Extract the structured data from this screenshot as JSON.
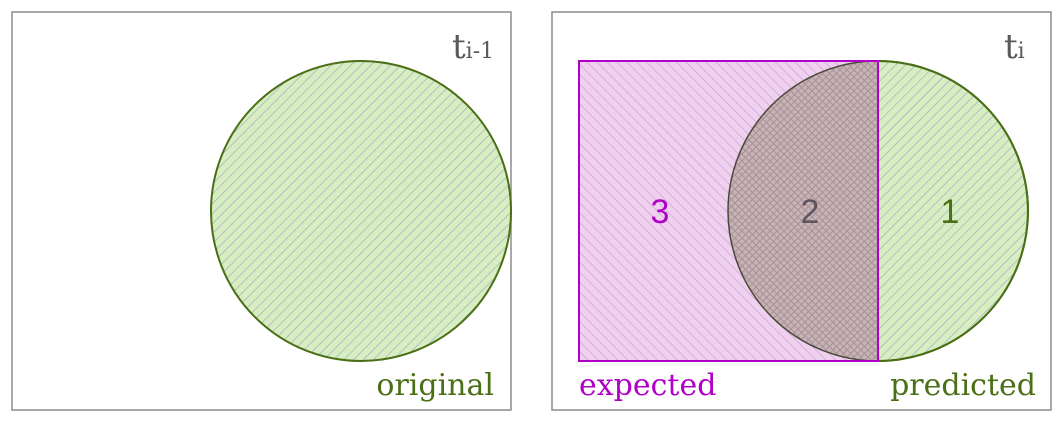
{
  "panels": {
    "left": {
      "time_label": "t",
      "time_subscript": "i-1",
      "caption": "original"
    },
    "right": {
      "time_label": "t",
      "time_subscript": "i",
      "caption_expected": "expected",
      "caption_predicted": "predicted",
      "regions": [
        "3",
        "2",
        "1"
      ]
    }
  },
  "colors": {
    "frame": "#8c8c8c",
    "original": "#4a6f16",
    "original_fill": "#d8eec0",
    "expected": "#b000c8",
    "expected_fill": "#efd0ef",
    "overlap_fill": "#c8b4b6",
    "overlap_text": "#5e5560"
  },
  "icons": {
    "hatch": "diagonal-hatch-pattern"
  }
}
